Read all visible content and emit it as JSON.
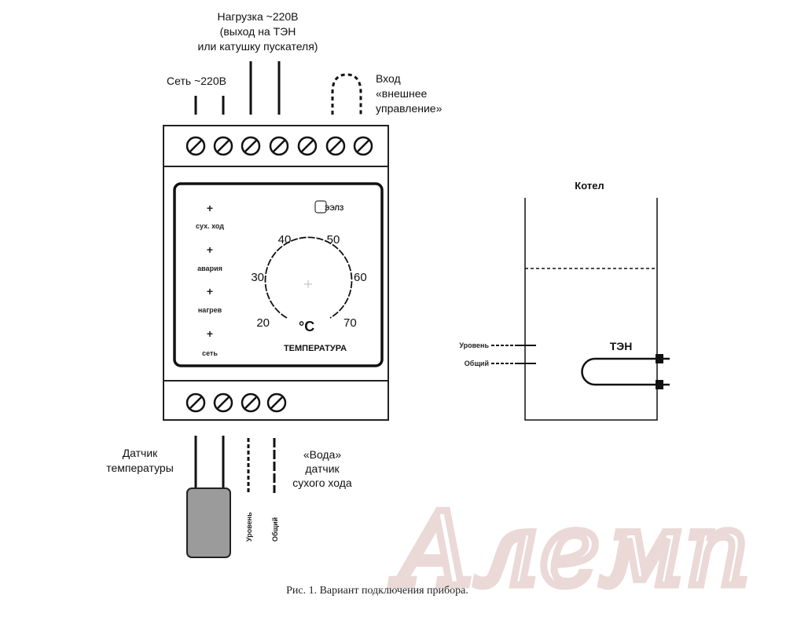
{
  "top_labels": {
    "load_line1": "Нагрузка ~220В",
    "load_line2": "(выход на ТЭН",
    "load_line3": "или катушку пускателя)",
    "mains": "Сеть ~220В",
    "input_line1": "Вход",
    "input_line2": "«внешнее",
    "input_line3": "управление»"
  },
  "panel": {
    "logo": "ЭЭЛЗ",
    "indicators": [
      "сух. ход",
      "авария",
      "нагрев",
      "сеть"
    ],
    "dial_ticks": [
      "20",
      "30",
      "40",
      "50",
      "60",
      "70"
    ],
    "unit": "°C",
    "title": "ТЕМПЕРАТУРА"
  },
  "bottom_labels": {
    "sensor_line1": "Датчик",
    "sensor_line2": "температуры",
    "water_line1": "«Вода»",
    "water_line2": "датчик",
    "water_line3": "сухого хода",
    "level": "Уровень",
    "common": "Общий"
  },
  "boiler": {
    "title": "Котел",
    "heater": "ТЭН",
    "level": "Уровень",
    "common": "Общий"
  },
  "watermark": "Алемп",
  "caption": "Рис. 1. Вариант подключения прибора."
}
